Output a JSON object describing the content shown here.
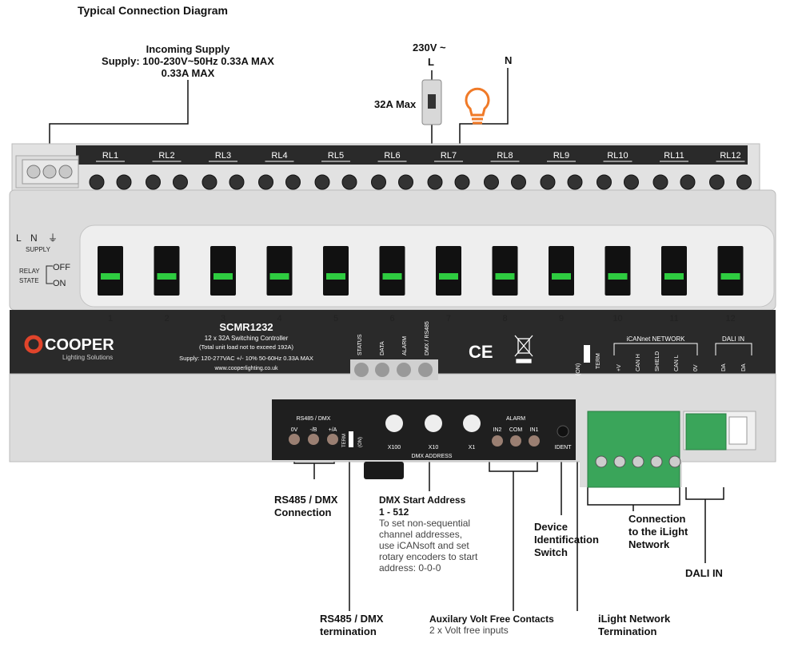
{
  "page_title": "Typical Connection Diagram",
  "supply": {
    "heading": "Incoming Supply",
    "line1": "Supply: 100-230V~50Hz  0.33A MAX",
    "line2": "0.33A MAX"
  },
  "top_feed": {
    "voltage": "230V ~",
    "live": "L",
    "neutral": "N",
    "breaker": "32A Max"
  },
  "relays": [
    "RL1",
    "RL2",
    "RL3",
    "RL4",
    "RL5",
    "RL6",
    "RL7",
    "RL8",
    "RL9",
    "RL10",
    "RL11",
    "RL12"
  ],
  "channels": [
    "1",
    "2",
    "3",
    "4",
    "5",
    "6",
    "7",
    "8",
    "9",
    "10",
    "11",
    "12"
  ],
  "side_panel": {
    "supply_terms": [
      "L",
      "N",
      "⏚"
    ],
    "supply_label": "SUPPLY",
    "relay": "RELAY",
    "state": "STATE",
    "off": "OFF",
    "on": "ON"
  },
  "device": {
    "brand": "COOPER",
    "brand_sub": "Lighting Solutions",
    "model": "SCMR1232",
    "desc": "12 x 32A Switching Controller",
    "limit": "(Total unit load not to exceed 192A)",
    "spec": "Supply: 120-277VAC  +/- 10%  50-60Hz  0.33A MAX",
    "web": "www.cooperlighting.co.uk",
    "leds": [
      "STATUS",
      "DATA",
      "ALARM",
      "DMX / RS485"
    ],
    "ce": "CE",
    "term_small": "TERM",
    "term_on": "(ON)",
    "ican_header": "iCANnet NETWORK",
    "ican_pins": [
      "+V",
      "CAN H",
      "SHIELD",
      "CAN L",
      "0V"
    ],
    "dali_header": "DALI IN",
    "dali_pins": [
      "DA",
      "DA"
    ]
  },
  "lower_panel": {
    "rs_header": "RS485 / DMX",
    "rs_pins": [
      "0V",
      "-/B",
      "+/A"
    ],
    "term": "TERM",
    "term_on": "(ON)",
    "rotary_labels": [
      "X100",
      "X10",
      "X1"
    ],
    "dmx_address": "DMX ADDRESS",
    "alarm": "ALARM",
    "alarm_pins": [
      "IN2",
      "COM",
      "IN1"
    ],
    "ident": "IDENT"
  },
  "callouts": {
    "rs485_conn": [
      "RS485 / DMX",
      "Connection"
    ],
    "dmx_start": "DMX Start Address",
    "dmx_range": "1 - 512",
    "dmx_note": [
      "To set non-sequential",
      "channel addresses,",
      "use iCANsoft and set",
      "rotary encoders to start",
      "address: 0-0-0"
    ],
    "device_ident": [
      "Device",
      "Identification",
      "Switch"
    ],
    "ilight_conn": [
      "Connection",
      "to the iLight",
      "Network"
    ],
    "dali_in": "DALI IN",
    "rs485_term": [
      "RS485 / DMX",
      "termination"
    ],
    "aux_title": "Auxilary Volt Free Contacts",
    "aux_note": "2 x Volt free inputs",
    "ilight_term": [
      "iLight Network",
      "Termination"
    ]
  },
  "colors": {
    "device_body": "#dcdcdc",
    "dark_band": "#2a2a2a",
    "switch_led": "#2ecc40",
    "terminal_green": "#3aa55a",
    "brand_red": "#e0442b",
    "bulb_orange": "#f07a28"
  }
}
